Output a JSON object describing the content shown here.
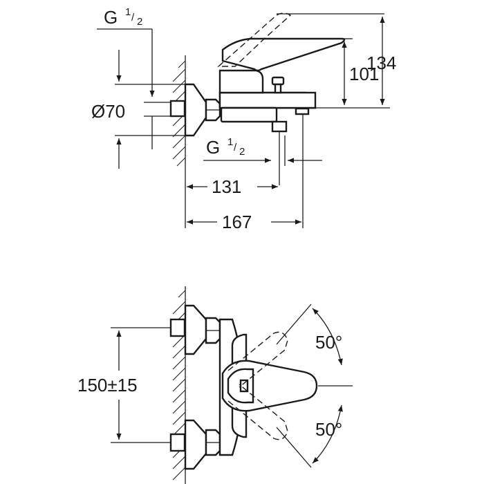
{
  "top_view": {
    "thread_top": {
      "prefix": "G",
      "num": "1",
      "den": "2"
    },
    "thread_bottom": {
      "prefix": "G",
      "num": "1",
      "den": "2"
    },
    "diameter": "Ø70",
    "height_outlet": "101",
    "height_total": "134",
    "depth_spout": "131",
    "depth_total": "167"
  },
  "bottom_view": {
    "center_distance": "150±15",
    "angle_up": "50°",
    "angle_down": "50°"
  }
}
